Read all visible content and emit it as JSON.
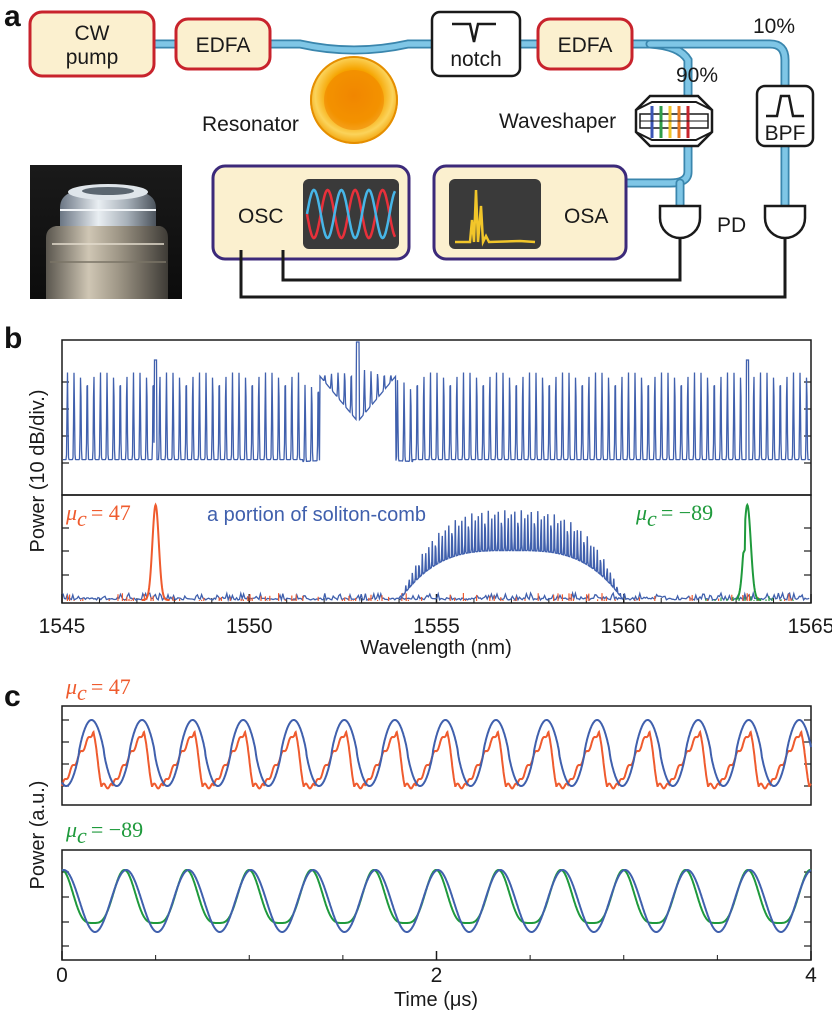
{
  "panels": {
    "a": "a",
    "b": "b",
    "c": "c"
  },
  "setup": {
    "cw_pump": [
      "CW",
      "pump"
    ],
    "edfa1": "EDFA",
    "edfa2": "EDFA",
    "notch": "notch",
    "resonator": "Resonator",
    "waveshaper": "Waveshaper",
    "bpf": "BPF",
    "osc": "OSC",
    "osa": "OSA",
    "pd": "PD",
    "split_10": "10%",
    "split_90": "90%"
  },
  "colors": {
    "fiber": "#7fc6e6",
    "fiber_edge": "#3a86ad",
    "red_box": "#c8232c",
    "cream": "#fbf0cf",
    "purple_box": "#3c2a7a",
    "blue": "#4060ad",
    "orange": "#ef5b2e",
    "green": "#1f9a3c",
    "yellow_trace": "#f2c62a",
    "screen": "#3a3a3a"
  },
  "chart_data": [
    {
      "type": "line",
      "id": "b",
      "xlabel": "Wavelength (nm)",
      "ylabel": "Power (10 dB/div.)",
      "xlim": [
        1545,
        1565
      ],
      "xticks": [
        1545,
        1550,
        1555,
        1560,
        1565
      ],
      "xtick_labels": [
        "1545",
        "1550",
        "1555",
        "1560",
        "1565"
      ],
      "top": {
        "series": [
          {
            "kind": "soliton-comb",
            "pump_nm": 1552.9,
            "spur_nm": [
              1547.5,
              1563.3
            ]
          }
        ]
      },
      "bottom": {
        "annotation": "a portion of soliton-comb",
        "labels": [
          {
            "mu": "μ",
            "sub": "c",
            "text": "= 47",
            "color": "orange"
          },
          {
            "mu": "μ",
            "sub": "c",
            "text": "= −89",
            "color": "green"
          }
        ],
        "series": [
          {
            "kind": "filtered-line",
            "color": "orange",
            "center_nm": 1547.5
          },
          {
            "kind": "filtered-line",
            "color": "green",
            "center_nm": 1563.3
          },
          {
            "kind": "comb-portion",
            "color": "blue",
            "range_nm": [
              1554.5,
              1559.5
            ]
          }
        ]
      }
    },
    {
      "type": "line",
      "id": "c",
      "xlabel": "Time (μs)",
      "ylabel": "Power (a.u.)",
      "xlim": [
        0,
        4
      ],
      "xticks": [
        0,
        2,
        4
      ],
      "xtick_labels": [
        "0",
        "2",
        "4"
      ],
      "top": {
        "label": {
          "mu": "μ",
          "sub": "c",
          "text": "= 47",
          "color": "orange"
        },
        "series": [
          {
            "color": "orange",
            "period_us": 0.27,
            "phase_us": 0.0
          },
          {
            "color": "blue",
            "period_us": 0.27,
            "phase_us": 0.09
          }
        ]
      },
      "bottom": {
        "label": {
          "mu": "μ",
          "sub": "c",
          "text": "= −89",
          "color": "green"
        },
        "series": [
          {
            "color": "green",
            "period_us": 0.333,
            "phase_us": 0.0
          },
          {
            "color": "blue",
            "period_us": 0.333,
            "phase_us": 0.01
          }
        ]
      }
    }
  ]
}
